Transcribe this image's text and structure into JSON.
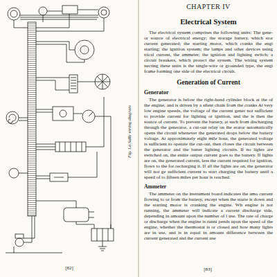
{
  "diagram": {
    "title": "Electrical System",
    "labels": [
      "CHAPTER IV",
      "The electrical system comprises the following units: The gene- or source of electrical energy; the storage battery, which stor current generated; the starting motor, which cranks the engi starting; the ignition system; the lamps and other devices using trical current, the ammeter; the ignition and lighting switch; a circuit breakers, which protect the system. The wiring system necting these units is the single-wire or grounded type, the engi frame forming one side of the electrical circuit.",
      "Generation of Current",
      "Generator",
      "The generator is below the right-hand cylinder block at the of the engine, and is driven by a silent chain from the cranks At very low engine speeds, the voltage of the current gener not sufficient to provide current for lighting or ignition, and the is then the source of current. To prevent the battery, at such from discharging through the generator, a cut-out relay on the erator automatically opens the circuit whenever the generated drops below the battery voltage. At approximately eight mile hour, the generated voltage is sufficient to operate the cut-out, then closes the circuit between the generator and the batter lighting circuits. If no lights are switched on, the entire output current goes to the battery. If lights are on, the generated current, less the current required for ignition, flows to the for recharging it. If all the lights are on, the generator will not ge sufficient current to start charging the battery until a speed of to fifteen miles per hour is reached.",
      "Ammeter",
      "The ammeter on the instrument board indicates the amo current flowing to or from the battery, except when the starte is down and the starting motor is cranking the engine. Wh engine is not running, the ammeter will indicate a current discharge side, depending in amount upon the number of l use. The rate of charge or discharge when the engine is runni pends upon the speed of the engine, whether the thermostat is or closed and how many lights are in use, and is in equal in amount difference between the current generated and the current use",
      "[82]",
      "[83]",
      "Fig. La Salle wiring diagram"
    ]
  }
}
